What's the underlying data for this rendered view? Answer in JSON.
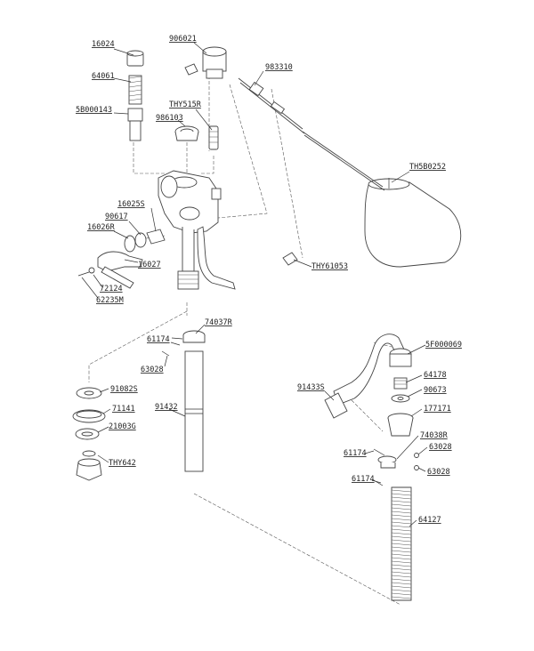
{
  "parts": {
    "p16024": "16024",
    "p64061": "64061",
    "p5B000143": "5B000143",
    "p906021": "906021",
    "p983310": "983310",
    "pTHY515R": "THY515R",
    "p986103": "986103",
    "pTH5B0252": "TH5B0252",
    "p16025S": "16025S",
    "p90617": "90617",
    "p16026R": "16026R",
    "p16027": "16027",
    "p72124": "72124",
    "p62235M": "62235M",
    "pTHY61053": "THY61053",
    "p74037R": "74037R",
    "p61174a": "61174",
    "p63028a": "63028",
    "p91432": "91432",
    "p910825": "91082S",
    "p71141": "71141",
    "p21003G": "21003G",
    "pTHY642": "THY642",
    "p5F000069": "5F000069",
    "p64178": "64178",
    "p90673": "90673",
    "p91433S": "91433S",
    "p177171": "177171",
    "p74038R": "74038R",
    "p63028b": "63028",
    "p61174b": "61174",
    "p63028c": "63028",
    "p61174c": "61174",
    "p64127": "64127"
  }
}
